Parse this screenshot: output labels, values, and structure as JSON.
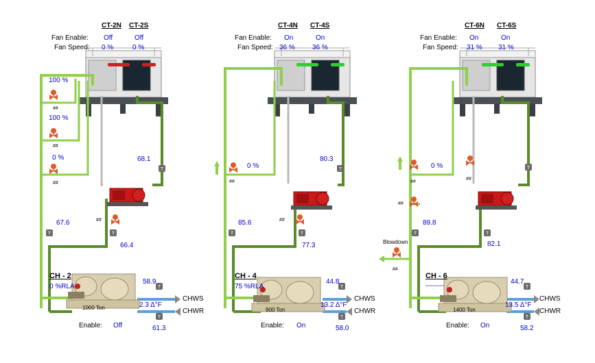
{
  "colors": {
    "pipe_light": "#8fcf4a",
    "pipe_dark": "#5a8a2a",
    "pipe_gray": "#b9b9b9",
    "pipe_blue": "#5aa0d8",
    "valve": "#e05a2a",
    "text_value": "#0000cc",
    "fan_on": "#33cc33",
    "fan_off": "#cc2222"
  },
  "labels": {
    "fan_enable": "Fan Enable:",
    "fan_speed": "Fan Speed:",
    "enable": "Enable:",
    "chws": "CHWS",
    "chwr": "CHWR",
    "tag": "##",
    "sensor": "T",
    "blowdown": "Blowdown"
  },
  "plants": [
    {
      "tower_a": "CT-2N",
      "tower_b": "CT-2S",
      "fan_enable_a": "Off",
      "fan_enable_b": "Off",
      "fan_speed_a": "0 %",
      "fan_speed_b": "0 %",
      "valve_pct": [
        "100 %",
        "100 %",
        "0 %"
      ],
      "temp_cw_return": "68.1",
      "temp_cw_supply": "67.6",
      "temp_pump": "66.4",
      "chiller": "CH - 2",
      "rla": "0 %RLA",
      "tons": "1000 Ton",
      "chws_temp": "58.9",
      "delta_t": "2.3 Δ°F",
      "chwr_temp": "61.3",
      "enable": "Off"
    },
    {
      "tower_a": "CT-4N",
      "tower_b": "CT-4S",
      "fan_enable_a": "On",
      "fan_enable_b": "On",
      "fan_speed_a": "36 %",
      "fan_speed_b": "36 %",
      "valve_pct": [
        "0 %"
      ],
      "temp_cw_return": "80.3",
      "temp_cw_supply": "85.6",
      "temp_pump": "77.3",
      "chiller": "CH - 4",
      "rla": "75 %RLA",
      "tons": "900 Ton",
      "chws_temp": "44.8",
      "delta_t": "13.2 Δ°F",
      "chwr_temp": "58.0",
      "enable": "On"
    },
    {
      "tower_a": "CT-6N",
      "tower_b": "CT-6S",
      "fan_enable_a": "On",
      "fan_enable_b": "On",
      "fan_speed_a": "31 %",
      "fan_speed_b": "31 %",
      "valve_pct": [
        "0 %"
      ],
      "temp_cw_supply": "89.8",
      "temp_pump": "82.1",
      "chiller": "CH - 6",
      "rla": "--------",
      "tons": "1400 Ton",
      "chws_temp": "44.7",
      "delta_t": "13.5 Δ°F",
      "chwr_temp": "58.2",
      "enable": "On"
    }
  ]
}
